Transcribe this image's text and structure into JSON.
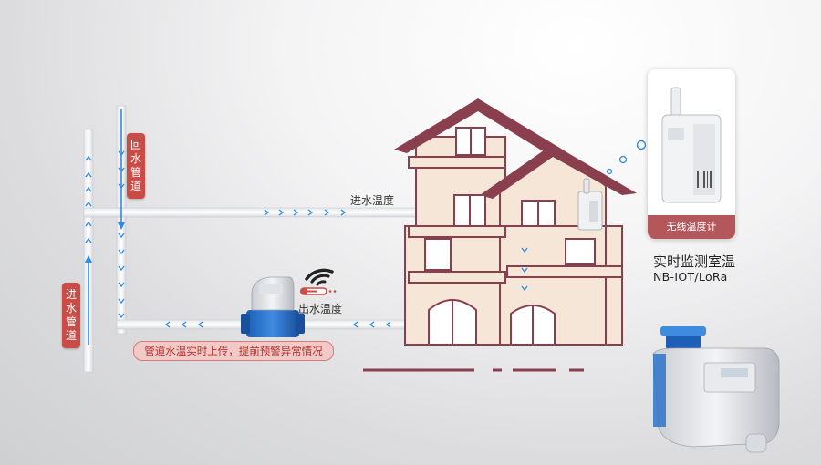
{
  "labels": {
    "return_pipe": "回水管道",
    "inlet_pipe": "进水管道",
    "inlet_temp": "进水温度",
    "outlet_temp": "出水温度",
    "banner": "管道水温实时上传，提前预警异常情况",
    "device_caption": "无线温度计",
    "headline": "实时监测室温",
    "protocol": "NB-IOT/LoRa"
  },
  "colors": {
    "roof": "#8a3f4e",
    "wall": "#f5e6d8",
    "label_red": "#c94c46",
    "flow_arrow": "#2f8ae0",
    "card_footer": "#b4575a"
  },
  "icons": [
    "wifi-thermometer-icon",
    "bubble-icon",
    "pipe-flow-arrow-icon"
  ]
}
